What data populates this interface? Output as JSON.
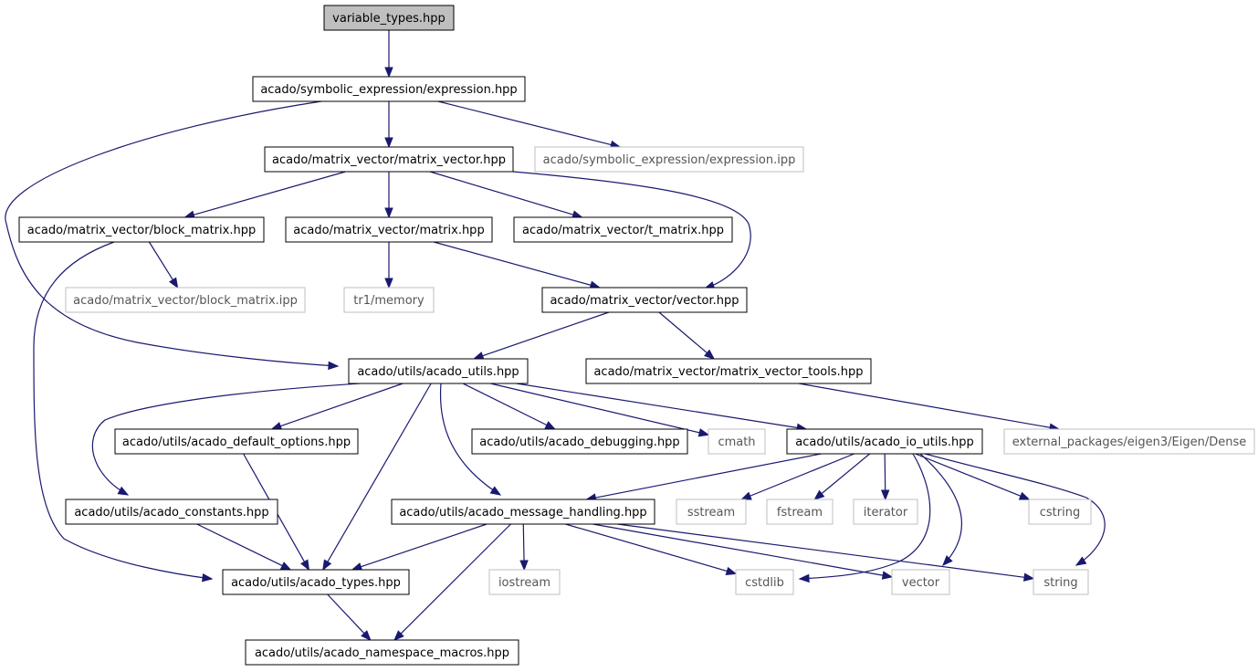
{
  "colors": {
    "edge": "#191970",
    "root_fill": "#bfbfbf",
    "local_border": "#000000",
    "external_border": "#bfbfbf"
  },
  "nodes": [
    {
      "id": "root",
      "label": "variable_types.hpp",
      "kind": "root"
    },
    {
      "id": "expression_hpp",
      "label": "acado/symbolic_expression/expression.hpp",
      "kind": "local"
    },
    {
      "id": "matrix_vector_hpp",
      "label": "acado/matrix_vector/matrix_vector.hpp",
      "kind": "local"
    },
    {
      "id": "expression_ipp",
      "label": "acado/symbolic_expression/expression.ipp",
      "kind": "external"
    },
    {
      "id": "block_matrix_hpp",
      "label": "acado/matrix_vector/block_matrix.hpp",
      "kind": "local"
    },
    {
      "id": "matrix_hpp",
      "label": "acado/matrix_vector/matrix.hpp",
      "kind": "local"
    },
    {
      "id": "t_matrix_hpp",
      "label": "acado/matrix_vector/t_matrix.hpp",
      "kind": "local"
    },
    {
      "id": "block_matrix_ipp",
      "label": "acado/matrix_vector/block_matrix.ipp",
      "kind": "external"
    },
    {
      "id": "tr1_memory",
      "label": "tr1/memory",
      "kind": "external"
    },
    {
      "id": "vector_hpp",
      "label": "acado/matrix_vector/vector.hpp",
      "kind": "local"
    },
    {
      "id": "acado_utils_hpp",
      "label": "acado/utils/acado_utils.hpp",
      "kind": "local"
    },
    {
      "id": "matrix_vector_tools_hpp",
      "label": "acado/matrix_vector/matrix_vector_tools.hpp",
      "kind": "local"
    },
    {
      "id": "default_options_hpp",
      "label": "acado/utils/acado_default_options.hpp",
      "kind": "local"
    },
    {
      "id": "debugging_hpp",
      "label": "acado/utils/acado_debugging.hpp",
      "kind": "local"
    },
    {
      "id": "cmath",
      "label": "cmath",
      "kind": "external"
    },
    {
      "id": "io_utils_hpp",
      "label": "acado/utils/acado_io_utils.hpp",
      "kind": "local"
    },
    {
      "id": "eigen_dense",
      "label": "external_packages/eigen3/Eigen/Dense",
      "kind": "external"
    },
    {
      "id": "constants_hpp",
      "label": "acado/utils/acado_constants.hpp",
      "kind": "local"
    },
    {
      "id": "message_handling_hpp",
      "label": "acado/utils/acado_message_handling.hpp",
      "kind": "local"
    },
    {
      "id": "sstream",
      "label": "sstream",
      "kind": "external"
    },
    {
      "id": "fstream",
      "label": "fstream",
      "kind": "external"
    },
    {
      "id": "iterator",
      "label": "iterator",
      "kind": "external"
    },
    {
      "id": "cstring",
      "label": "cstring",
      "kind": "external"
    },
    {
      "id": "types_hpp",
      "label": "acado/utils/acado_types.hpp",
      "kind": "local"
    },
    {
      "id": "iostream",
      "label": "iostream",
      "kind": "external"
    },
    {
      "id": "cstdlib",
      "label": "cstdlib",
      "kind": "external"
    },
    {
      "id": "vector",
      "label": "vector",
      "kind": "external"
    },
    {
      "id": "string",
      "label": "string",
      "kind": "external"
    },
    {
      "id": "namespace_macros_hpp",
      "label": "acado/utils/acado_namespace_macros.hpp",
      "kind": "local"
    }
  ],
  "edges": [
    {
      "from": "root",
      "to": "expression_hpp"
    },
    {
      "from": "expression_hpp",
      "to": "matrix_vector_hpp"
    },
    {
      "from": "expression_hpp",
      "to": "expression_ipp"
    },
    {
      "from": "expression_hpp",
      "to": "acado_utils_hpp"
    },
    {
      "from": "matrix_vector_hpp",
      "to": "block_matrix_hpp"
    },
    {
      "from": "matrix_vector_hpp",
      "to": "matrix_hpp"
    },
    {
      "from": "matrix_vector_hpp",
      "to": "t_matrix_hpp"
    },
    {
      "from": "matrix_vector_hpp",
      "to": "vector_hpp"
    },
    {
      "from": "block_matrix_hpp",
      "to": "block_matrix_ipp"
    },
    {
      "from": "block_matrix_hpp",
      "to": "types_hpp"
    },
    {
      "from": "matrix_hpp",
      "to": "tr1_memory"
    },
    {
      "from": "matrix_hpp",
      "to": "vector_hpp"
    },
    {
      "from": "vector_hpp",
      "to": "acado_utils_hpp"
    },
    {
      "from": "vector_hpp",
      "to": "matrix_vector_tools_hpp"
    },
    {
      "from": "matrix_vector_tools_hpp",
      "to": "eigen_dense"
    },
    {
      "from": "acado_utils_hpp",
      "to": "default_options_hpp"
    },
    {
      "from": "acado_utils_hpp",
      "to": "constants_hpp"
    },
    {
      "from": "acado_utils_hpp",
      "to": "types_hpp"
    },
    {
      "from": "acado_utils_hpp",
      "to": "message_handling_hpp"
    },
    {
      "from": "acado_utils_hpp",
      "to": "debugging_hpp"
    },
    {
      "from": "acado_utils_hpp",
      "to": "cmath"
    },
    {
      "from": "acado_utils_hpp",
      "to": "io_utils_hpp"
    },
    {
      "from": "default_options_hpp",
      "to": "types_hpp"
    },
    {
      "from": "constants_hpp",
      "to": "types_hpp"
    },
    {
      "from": "io_utils_hpp",
      "to": "message_handling_hpp"
    },
    {
      "from": "io_utils_hpp",
      "to": "sstream"
    },
    {
      "from": "io_utils_hpp",
      "to": "fstream"
    },
    {
      "from": "io_utils_hpp",
      "to": "iterator"
    },
    {
      "from": "io_utils_hpp",
      "to": "cstring"
    },
    {
      "from": "io_utils_hpp",
      "to": "cstdlib"
    },
    {
      "from": "io_utils_hpp",
      "to": "vector"
    },
    {
      "from": "io_utils_hpp",
      "to": "string"
    },
    {
      "from": "message_handling_hpp",
      "to": "types_hpp"
    },
    {
      "from": "message_handling_hpp",
      "to": "iostream"
    },
    {
      "from": "message_handling_hpp",
      "to": "namespace_macros_hpp"
    },
    {
      "from": "message_handling_hpp",
      "to": "cstdlib"
    },
    {
      "from": "message_handling_hpp",
      "to": "vector"
    },
    {
      "from": "message_handling_hpp",
      "to": "string"
    },
    {
      "from": "types_hpp",
      "to": "namespace_macros_hpp"
    }
  ]
}
